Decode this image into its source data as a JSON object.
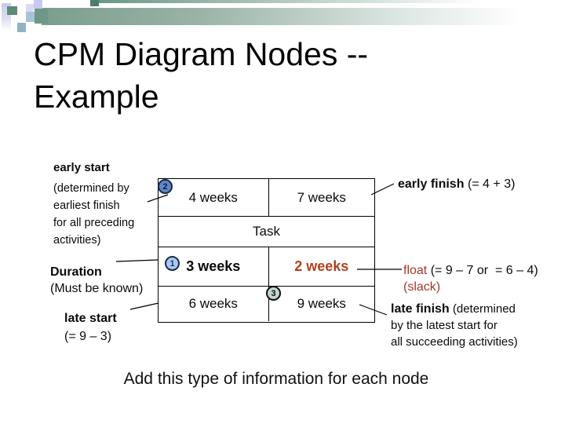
{
  "title": {
    "line1": "CPM Diagram Nodes --",
    "line2": "Example"
  },
  "node": {
    "task_label": "Task",
    "early_start_value": "4 weeks",
    "early_finish_value": "7 weeks",
    "duration_value": "3 weeks",
    "float_value": "2 weeks",
    "late_start_value": "6 weeks",
    "late_finish_value": "9 weeks"
  },
  "markers": {
    "one": "1",
    "two": "2",
    "three": "3"
  },
  "annotations": {
    "early_start": {
      "title": "early start",
      "lines": [
        "(determined by",
        "earliest finish",
        "for all preceding",
        "activities)"
      ]
    },
    "early_finish": {
      "title": "early finish",
      "detail": "(= 4 + 3)"
    },
    "duration": {
      "title": "Duration",
      "detail": "(Must be known)"
    },
    "late_start": {
      "title": "late start",
      "detail": "(= 9 – 3)"
    },
    "float": {
      "title": "float",
      "detail": "(= 9 – 7 or  = 6 – 4)",
      "detail2": "(slack)"
    },
    "late_finish": {
      "title": "late finish",
      "detail1": "(determined",
      "detail2": "by the latest start for",
      "detail3": "all succeeding activities)"
    }
  },
  "footer": "Add this type of information for each node",
  "colors": {
    "accent_bar_green": "#7b9e8d",
    "accent_lavender": "#c9c9ef",
    "float_label_text": "#a23a28",
    "float_value_text": "#b4411a",
    "marker_1_fill": "#a9c9ef",
    "marker_2_fill": "#6286c6",
    "marker_3_fill": "#c2d6ce"
  }
}
